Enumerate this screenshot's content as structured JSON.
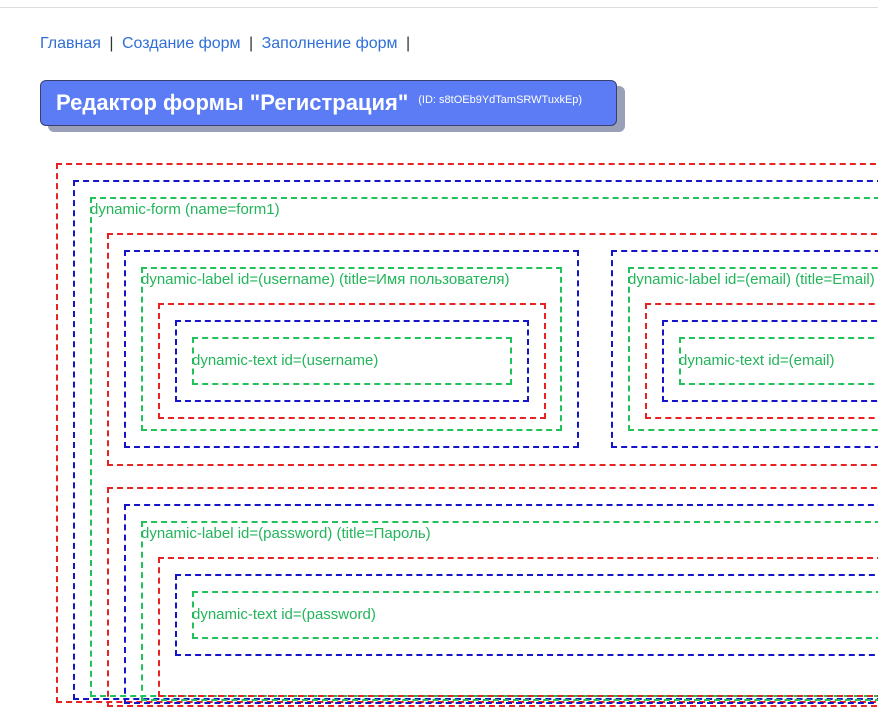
{
  "nav": {
    "home": "Главная",
    "create_forms": "Создание форм",
    "fill_forms": "Заполнение форм",
    "separator": "|"
  },
  "header": {
    "title": "Редактор формы \"Регистрация\"",
    "form_id": "(ID: s8tOEb9YdTamSRWTuxkEp)"
  },
  "form": {
    "label": "dynamic-form (name=form1)",
    "username_label": "dynamic-label id=(username) (title=Имя пользователя)",
    "username_text": "dynamic-text id=(username)",
    "email_label": "dynamic-label id=(email) (title=Email)",
    "email_text": "dynamic-text id=(email)",
    "password_label": "dynamic-label id=(password) (title=Пароль)",
    "password_text": "dynamic-text id=(password)"
  },
  "colors": {
    "row": "#e62222",
    "column": "#1414c8",
    "component": "#22c25a",
    "header_bg": "#5b7cf5",
    "link": "#2f6fd6"
  }
}
